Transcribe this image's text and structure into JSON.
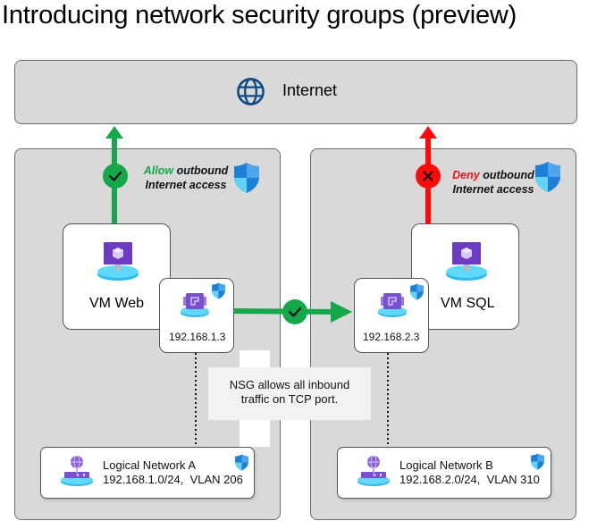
{
  "title": "Introducing network security groups (preview)",
  "internet": {
    "label": "Internet",
    "icon": "globe-icon"
  },
  "left_zone": {
    "policy": {
      "verb": "Allow",
      "rest_line1": " outbound",
      "line2": "Internet access",
      "status": "allow",
      "status_icon": "checkmark-icon",
      "color": "#14a84a"
    },
    "vm": {
      "label": "VM Web",
      "icon": "virtual-machine-icon"
    },
    "nic": {
      "ip": "192.168.1.3",
      "icon": "network-interface-icon"
    },
    "logical_network": {
      "name": "Logical Network A",
      "subnet": "192.168.1.0/24,",
      "vlan": "VLAN 206",
      "icon": "logical-network-icon"
    }
  },
  "right_zone": {
    "policy": {
      "verb": "Deny",
      "rest_line1": " outbound",
      "line2": "Internet access",
      "status": "deny",
      "status_icon": "x-icon",
      "color": "#e8141b"
    },
    "vm": {
      "label": "VM SQL",
      "icon": "virtual-machine-icon"
    },
    "nic": {
      "ip": "192.168.2.3",
      "icon": "network-interface-icon"
    },
    "logical_network": {
      "name": "Logical Network B",
      "subnet": "192.168.2.0/24,",
      "vlan": "VLAN 310",
      "icon": "logical-network-icon"
    }
  },
  "inbound_note": {
    "line1": "NSG allows all inbound",
    "line2": "traffic on TCP port."
  },
  "colors": {
    "allow": "#14a84a",
    "deny": "#e8141b",
    "panel": "#d9d9d9",
    "shield": "#2b88d8"
  }
}
